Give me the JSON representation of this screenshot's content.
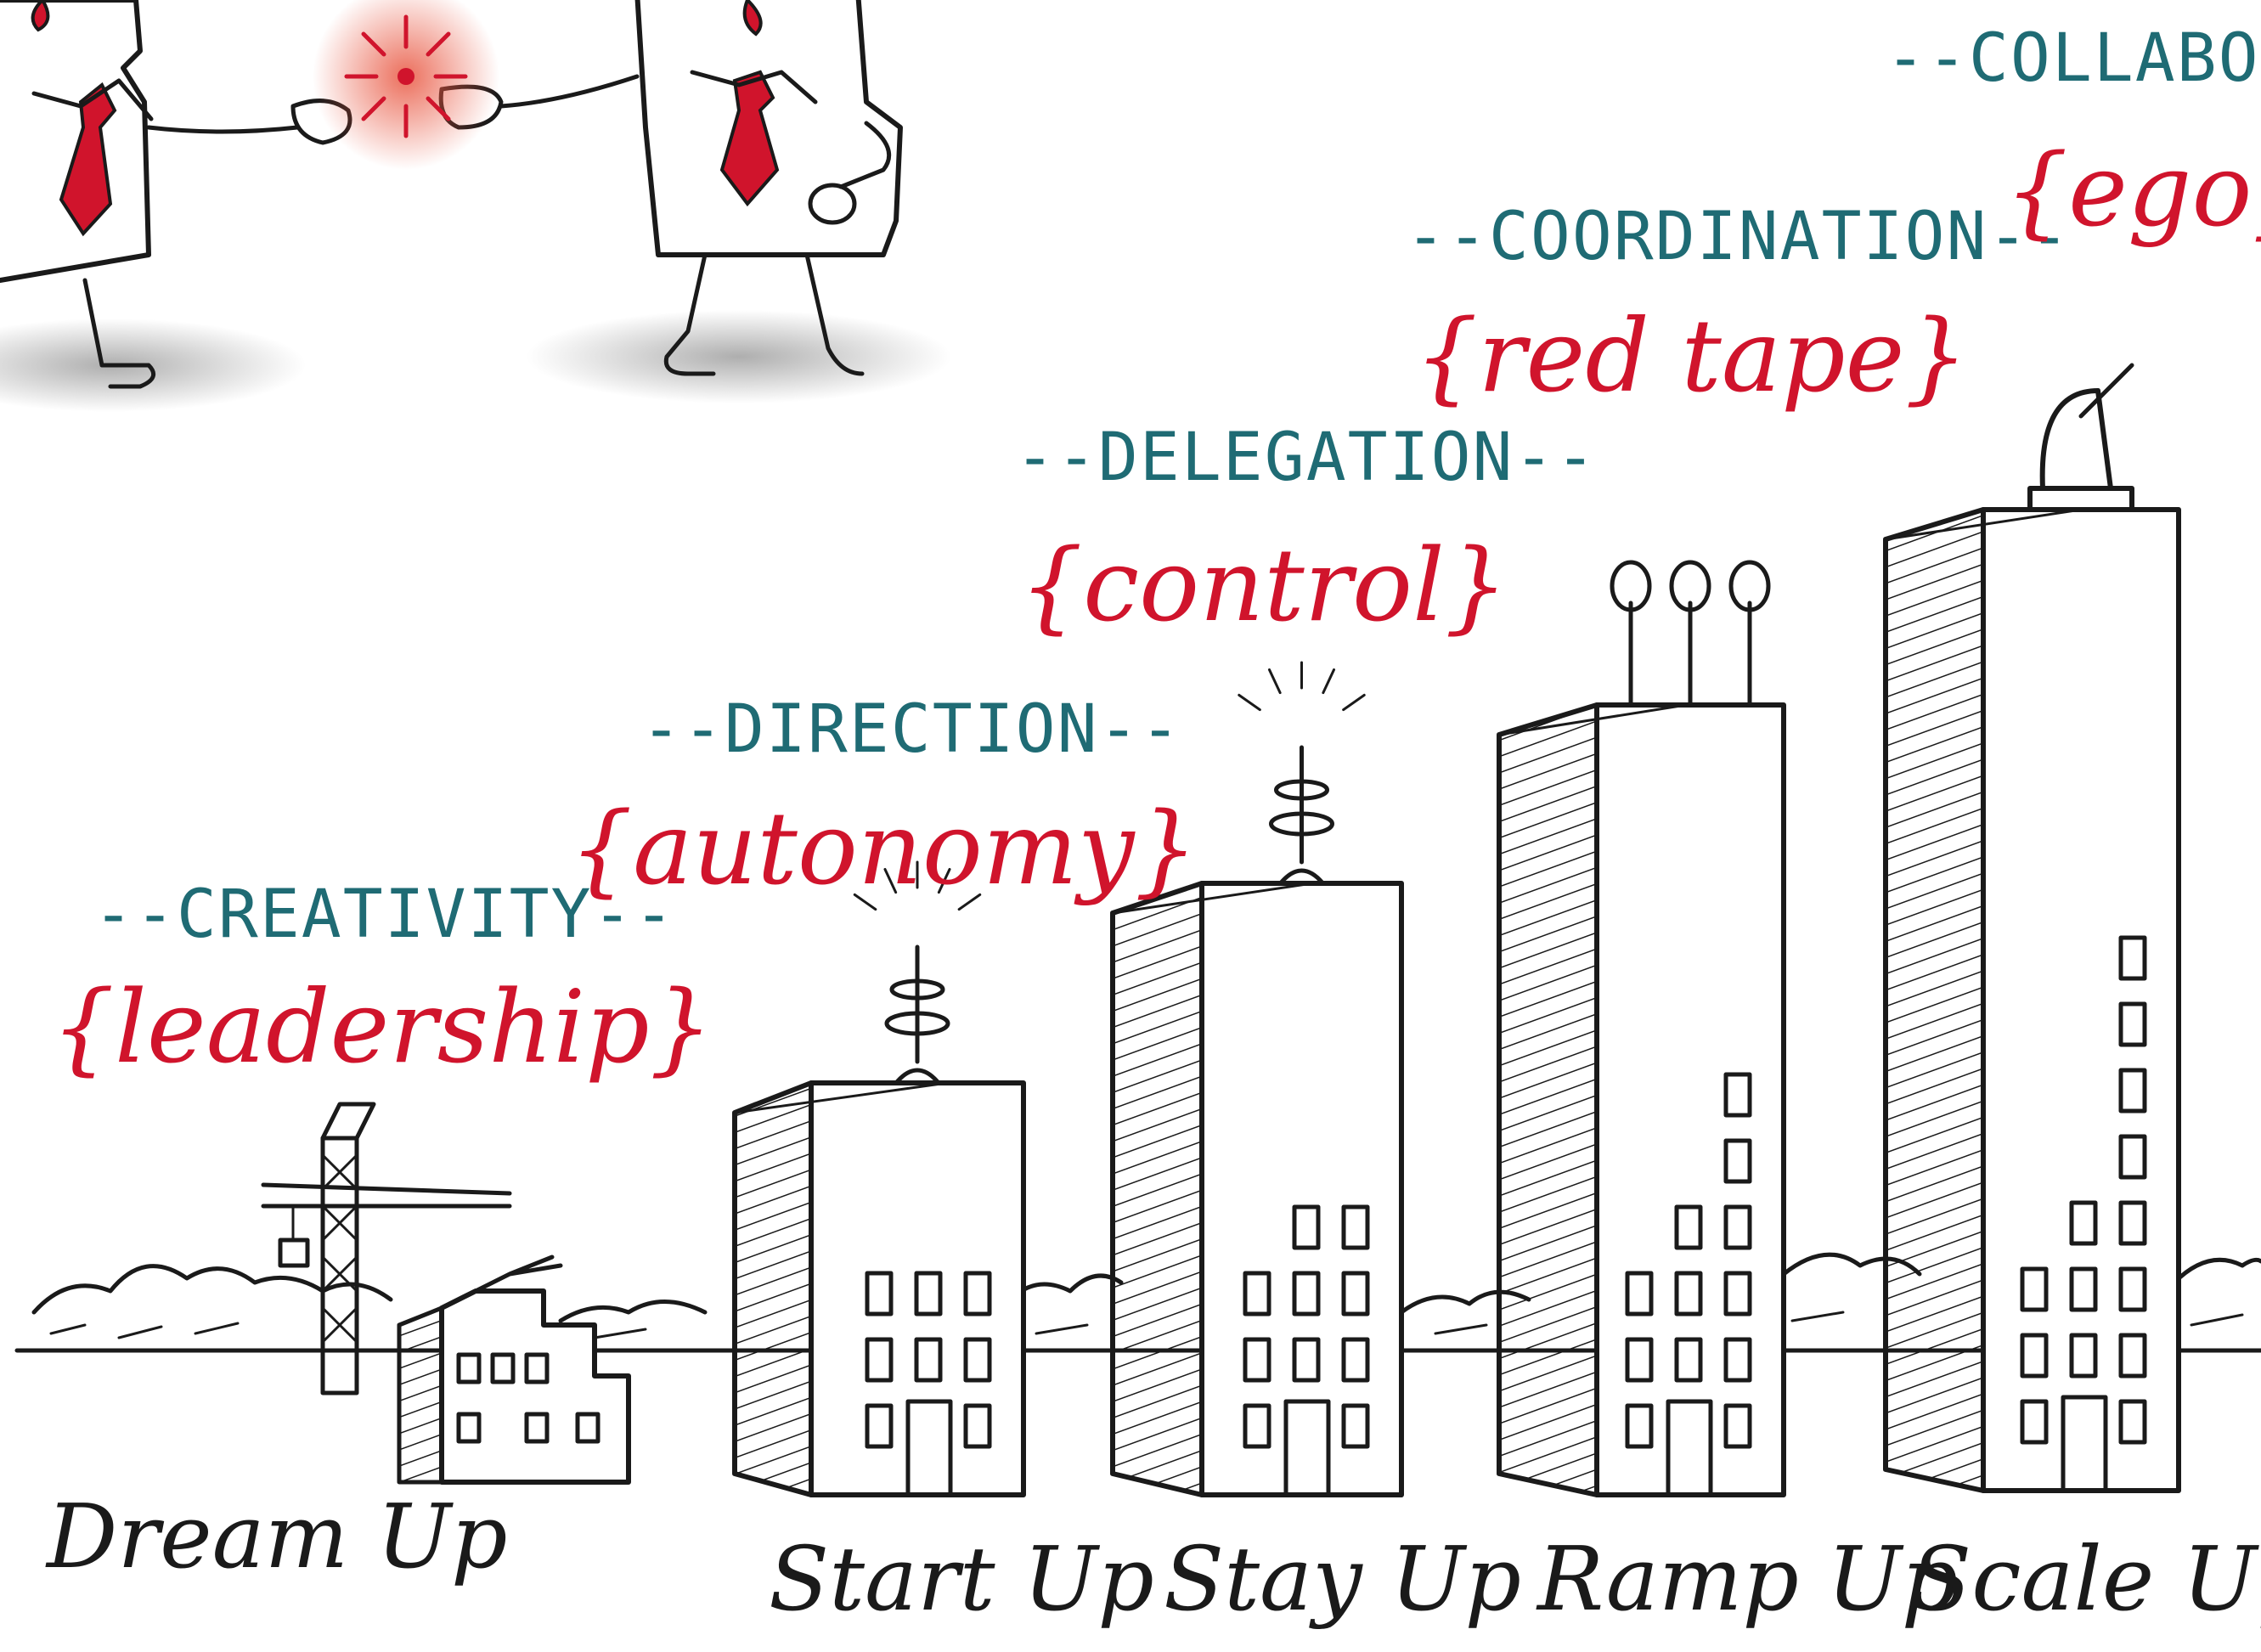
{
  "stages": [
    {
      "theme": "--CREATIVITY--",
      "challenge": "{leadership}",
      "name": "Dream Up"
    },
    {
      "theme": "--DIRECTION--",
      "challenge": "{autonomy}",
      "name": "Start Up"
    },
    {
      "theme": "--DELEGATION--",
      "challenge": "{control}",
      "name": "Stay Up"
    },
    {
      "theme": "--COORDINATION--",
      "challenge": "{red tape}",
      "name": "Ramp Up"
    },
    {
      "theme": "--COLLABORATIO",
      "challenge": "{ego}",
      "name": "Scale Up"
    }
  ],
  "colors": {
    "theme_teal": "#1f6b74",
    "challenge_red": "#d0142c",
    "ink": "#1a1a1a",
    "spark_glow": "#e8553f"
  },
  "icons": [
    "handshake-characters",
    "construction-crane",
    "building",
    "antenna",
    "satellite-dish",
    "spark"
  ]
}
